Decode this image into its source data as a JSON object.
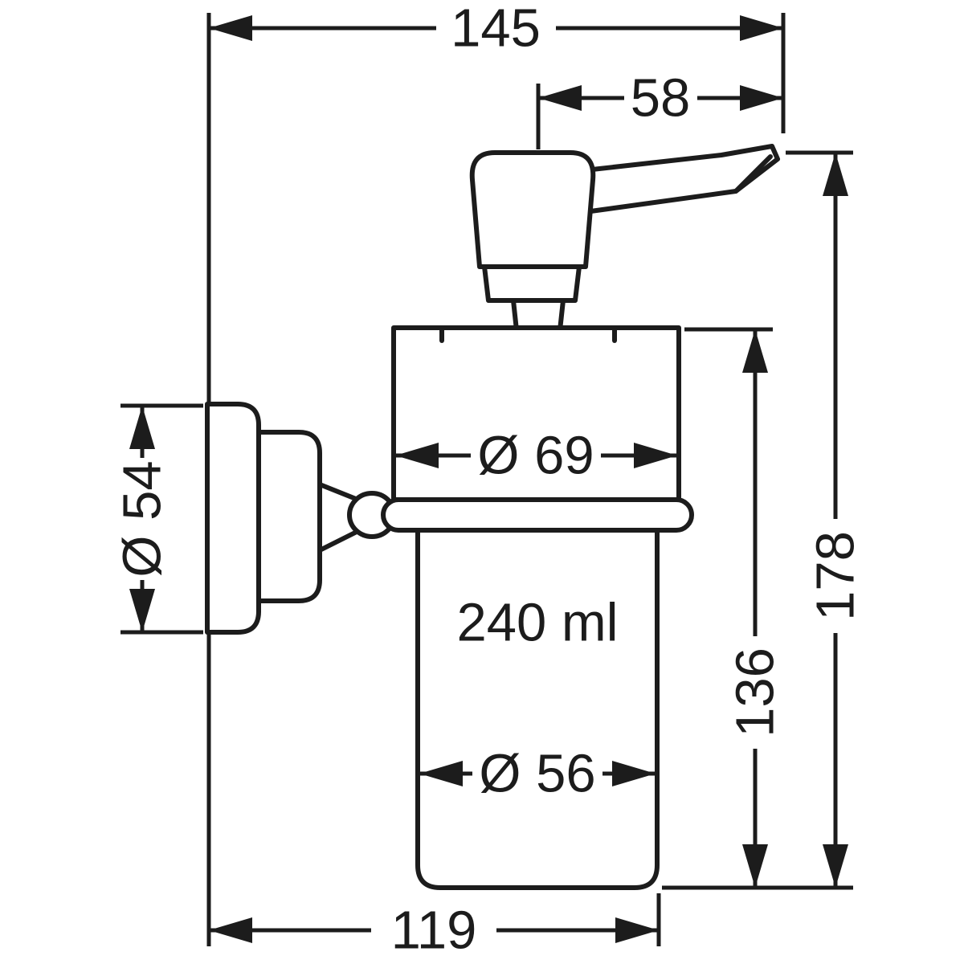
{
  "drawing": {
    "labels": {
      "width_overall": "145",
      "spout_projection": "58",
      "head_diameter": "Ø 69",
      "mount_diameter": "Ø 54",
      "capacity": "240 ml",
      "container_diameter": "Ø 56",
      "container_height": "136",
      "height_overall": "178",
      "depth_overall": "119"
    },
    "colors": {
      "line": "#1c1c1c",
      "background": "#ffffff"
    }
  }
}
